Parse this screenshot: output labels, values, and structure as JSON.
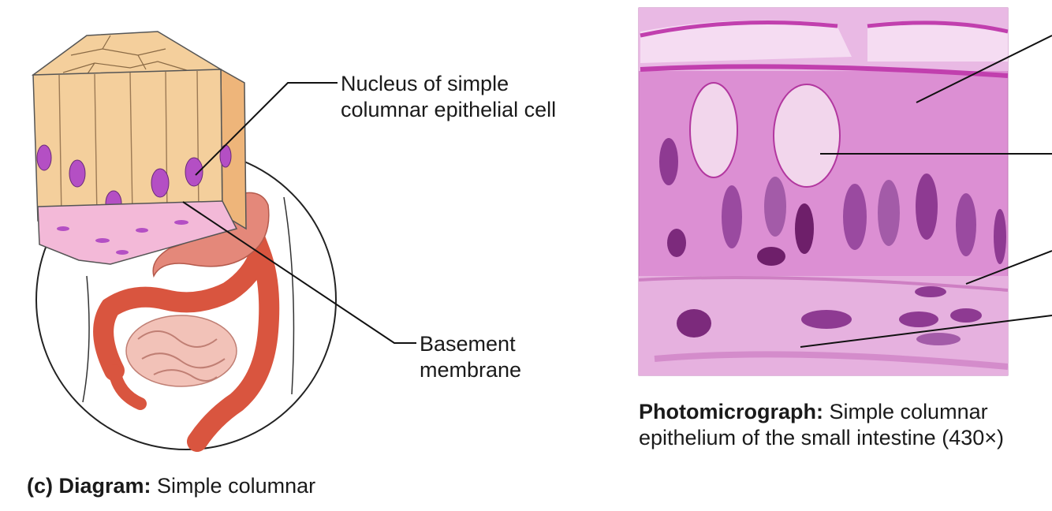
{
  "labels": {
    "nucleus_line1": "Nucleus of simple",
    "nucleus_line2": "columnar epithelial cell",
    "basement_line1": "Basement",
    "basement_line2": "membrane"
  },
  "captions": {
    "diagram_prefix": "(c) Diagram:",
    "diagram_text": "Simple columnar",
    "photo_prefix": "Photomicrograph:",
    "photo_text_line1": "Simple columnar",
    "photo_text_line2": "epithelium of the small intestine (430×)"
  },
  "colors": {
    "cell_fill": "#f4cf9c",
    "cell_side": "#eeb57a",
    "nucleus": "#b44fc4",
    "basement_tissue": "#f3b9d8",
    "intestine": "#d9553f",
    "stomach": "#e4887a",
    "small_intestine": "#f2c2b8",
    "micrograph_bg": "#dc8fd3"
  }
}
